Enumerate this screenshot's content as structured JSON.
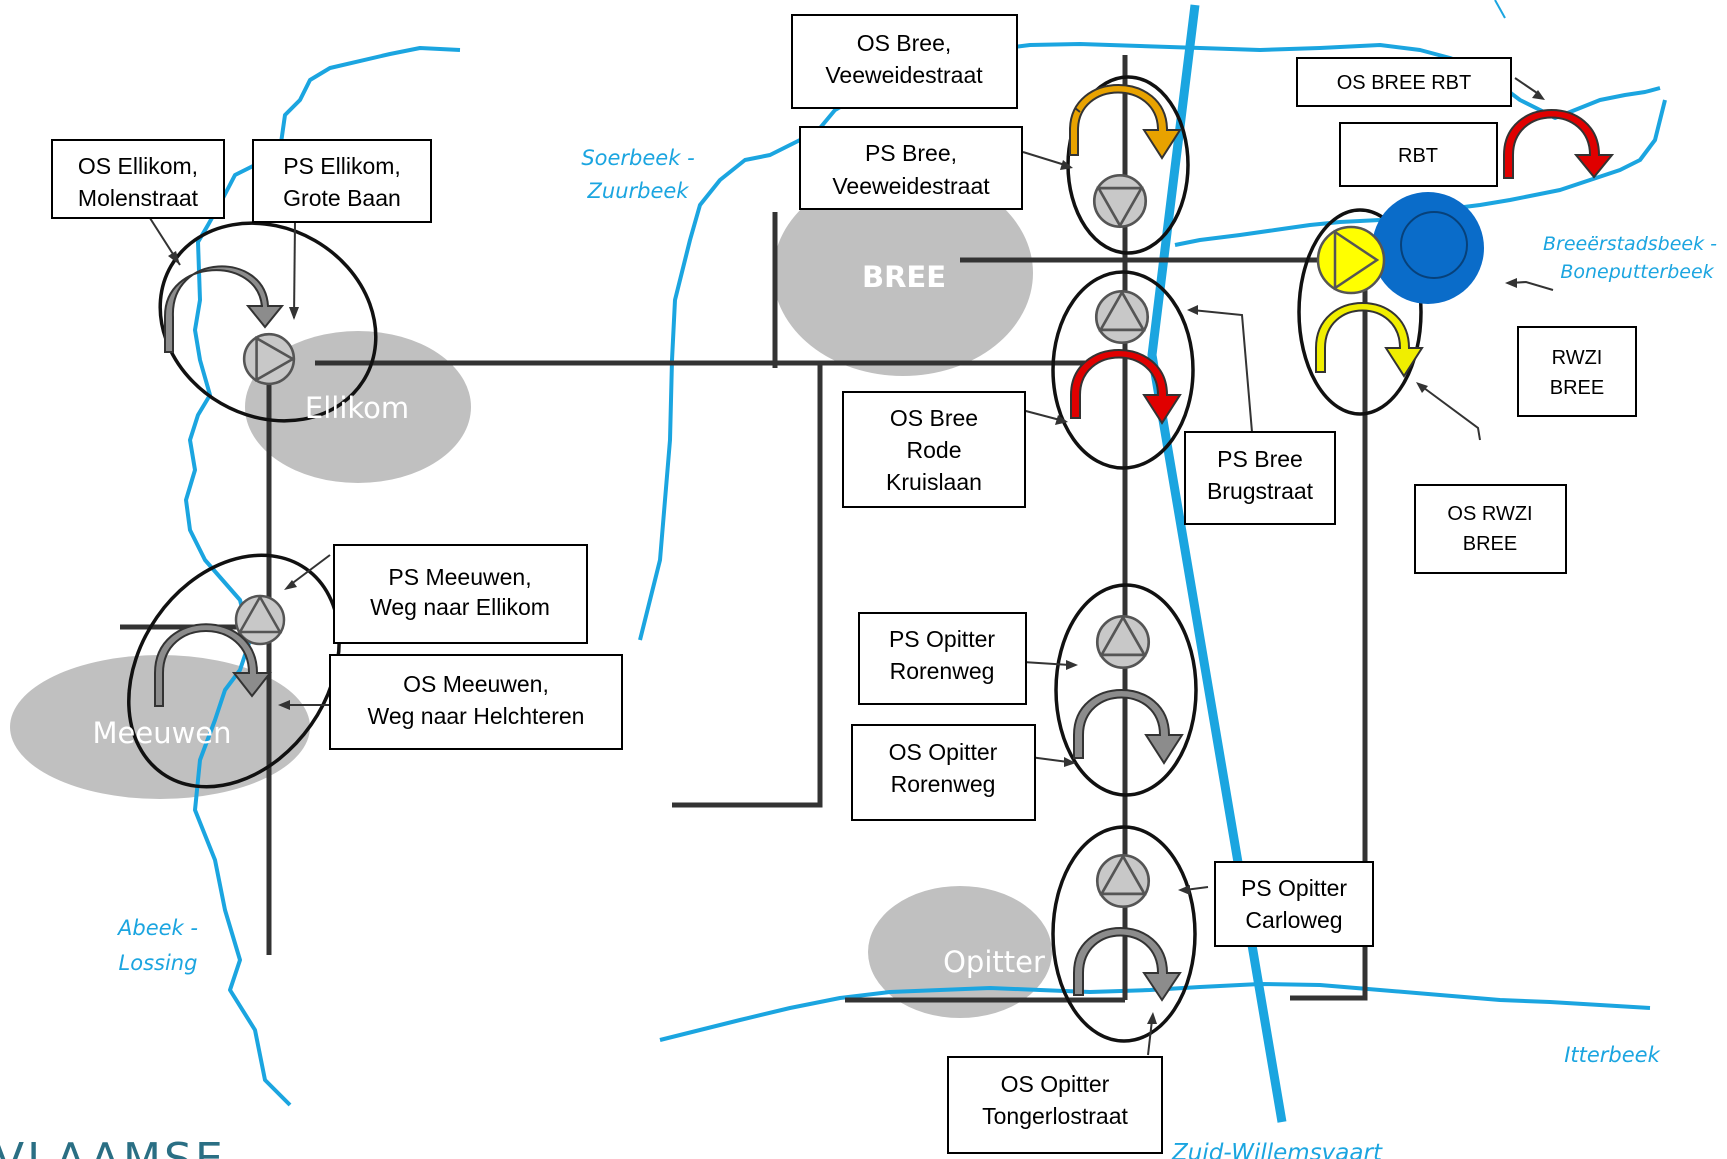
{
  "towns": {
    "bree": "BREE",
    "ellikom": "Ellikom",
    "meeuwen": "Meeuwen",
    "opitter": "Opitter"
  },
  "rivers": {
    "soerbeek_1": "Soerbeek -",
    "soerbeek_2": "Zuurbeek",
    "abeek_1": "Abeek -",
    "abeek_2": "Lossing",
    "breeer_1": "Breeërstadsbeek -",
    "breeer_2": "Boneputterbeek",
    "itterbeek": "Itterbeek",
    "zuid": "Zuid-Willemsvaart"
  },
  "labels": {
    "os_ellikom": [
      "OS Ellikom,",
      "Molenstraat"
    ],
    "ps_ellikom": [
      "PS Ellikom,",
      "Grote Baan"
    ],
    "os_bree_veeweide": [
      "OS Bree,",
      "Veeweidestraat"
    ],
    "ps_bree_veeweide": [
      "PS Bree,",
      "Veeweidestraat"
    ],
    "os_bree_rbt": [
      "OS BREE RBT"
    ],
    "rbt": [
      "RBT"
    ],
    "rwzi_bree": [
      "RWZI",
      "BREE"
    ],
    "os_rwzi_bree": [
      "OS RWZI",
      "BREE"
    ],
    "os_bree_rode": [
      "OS Bree",
      "Rode",
      "Kruislaan"
    ],
    "ps_bree_brug": [
      "PS Bree",
      "Brugstraat"
    ],
    "ps_meeuwen": [
      "PS Meeuwen,",
      "Weg naar Ellikom"
    ],
    "os_meeuwen": [
      "OS Meeuwen,",
      "Weg naar Helchteren"
    ],
    "ps_opitter_roren": [
      "PS Opitter",
      "Rorenweg"
    ],
    "os_opitter_roren": [
      "OS Opitter",
      "Rorenweg"
    ],
    "ps_opitter_carlo": [
      "PS Opitter",
      "Carloweg"
    ],
    "os_opitter_tonger": [
      "OS Opitter",
      "Tongerlostraat"
    ]
  },
  "logo": {
    "text": "VLAAMSE"
  },
  "colors": {
    "river": "#1ba5e0",
    "pipe": "#333333",
    "town": "#c0c0c0",
    "pump": "#c8c8c8",
    "overflow_grey": "#8c8c8c",
    "overflow_orange": "#e8a200",
    "overflow_red": "#e00000",
    "overflow_yellow": "#f0ee00",
    "pump_yellow": "#ffff00",
    "rwzi_blue": "#0a6cc9"
  }
}
